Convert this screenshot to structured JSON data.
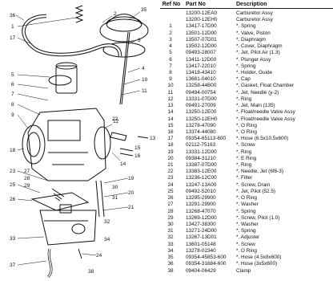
{
  "table": {
    "headers": {
      "ref": "Ref No",
      "part": "Part No",
      "desc": "Description"
    },
    "rows": [
      {
        "ref": "",
        "part": "13200-12EA0",
        "desc": "Carburetor Assy"
      },
      {
        "ref": "",
        "part": "13200-12EH0",
        "desc": "Carburetor Assy"
      },
      {
        "ref": "1",
        "part": "13417-17D00",
        "desc": "*. Spring"
      },
      {
        "ref": "2",
        "part": "13501-12D00",
        "desc": "*. Valve, Piston"
      },
      {
        "ref": "3",
        "part": "13507-07D01",
        "desc": "*. Diaphragm"
      },
      {
        "ref": "4",
        "part": "13502-12D00",
        "desc": "*. Cover, Diaphragm"
      },
      {
        "ref": "5",
        "part": "09493-28007",
        "desc": "*. Jet, Pilot Air (1.3)"
      },
      {
        "ref": "6",
        "part": "13411-12D00",
        "desc": "*. Plunger Assy"
      },
      {
        "ref": "7",
        "part": "13417-22010",
        "desc": "*. Spring"
      },
      {
        "ref": "8",
        "part": "13418-43410",
        "desc": "*. Holder, Guide"
      },
      {
        "ref": "9",
        "part": "13681-04010",
        "desc": "*. Cap"
      },
      {
        "ref": "10",
        "part": "13258-44B00",
        "desc": "*. Gasket, Float Chamber"
      },
      {
        "ref": "11",
        "part": "09494-00754",
        "desc": "*. Jet, Needle (y-2)"
      },
      {
        "ref": "12",
        "part": "13331-07D00",
        "desc": "*. Ring"
      },
      {
        "ref": "13",
        "part": "09491-27009",
        "desc": "*. Jet, Main (135)"
      },
      {
        "ref": "14",
        "part": "13250-12E00",
        "desc": "*. Float/needle Valve Assy"
      },
      {
        "ref": "14",
        "part": "13250-12EH0",
        "desc": "*. Float/needle Valve Assy"
      },
      {
        "ref": "15",
        "part": "13278-47090",
        "desc": "*. O Ring"
      },
      {
        "ref": "16",
        "part": "13374-44080",
        "desc": "*. O Ring"
      },
      {
        "ref": "17",
        "part": "09354-65113-600",
        "desc": "*. Hose (6.5x10.5x600)"
      },
      {
        "ref": "18",
        "part": "02112-75163",
        "desc": "*. Screw"
      },
      {
        "ref": "19",
        "part": "13331-12D00",
        "desc": "*. Ring"
      },
      {
        "ref": "20",
        "part": "09384-31210",
        "desc": "*. E Ring"
      },
      {
        "ref": "21",
        "part": "13387-07D00",
        "desc": "*. Ring"
      },
      {
        "ref": "22",
        "part": "13383-12E00",
        "desc": "*. Needle, Jet (6f6-3)"
      },
      {
        "ref": "23",
        "part": "13236-12C00",
        "desc": "*. Filter"
      },
      {
        "ref": "24",
        "part": "13247-13A00",
        "desc": "*. Screw, Drain"
      },
      {
        "ref": "25",
        "part": "09492-52010",
        "desc": "*. Jet, Pilot (52.5)"
      },
      {
        "ref": "26",
        "part": "13295-29900",
        "desc": "*. O Ring"
      },
      {
        "ref": "27",
        "part": "13291-29900",
        "desc": "*. Washer"
      },
      {
        "ref": "28",
        "part": "13268-47070",
        "desc": "*. Spring"
      },
      {
        "ref": "29",
        "part": "13269-12D00",
        "desc": "*. Screw, Pilot (1.0)"
      },
      {
        "ref": "30",
        "part": "13427-38300",
        "desc": "*. Washer"
      },
      {
        "ref": "31",
        "part": "13271-24D00",
        "desc": "*. Spring"
      },
      {
        "ref": "32",
        "part": "13267-13D01",
        "desc": "*. Adjuster"
      },
      {
        "ref": "33",
        "part": "13601-05148",
        "desc": "*. Screw"
      },
      {
        "ref": "34",
        "part": "13278-02340",
        "desc": "*. O Ring"
      },
      {
        "ref": "35",
        "part": "09354-45853-600",
        "desc": "*. Hose (4.5x8x600)"
      },
      {
        "ref": "36",
        "part": "09354-31684-600",
        "desc": "*. Hose (3x5x600)"
      },
      {
        "ref": "38",
        "part": "09404-06429",
        "desc": "Clamp"
      }
    ]
  },
  "diagram": {
    "callouts": [
      "36",
      "1",
      "17",
      "2",
      "35",
      "3",
      "4",
      "5",
      "6",
      "7",
      "8",
      "9",
      "10",
      "11",
      "12",
      "13",
      "14",
      "15",
      "16",
      "18",
      "19",
      "20",
      "21",
      "22",
      "23",
      "24",
      "25",
      "26",
      "27",
      "28",
      "29",
      "30",
      "31",
      "32",
      "33",
      "34",
      "37",
      "38"
    ]
  },
  "colors": {
    "ink": "#111111",
    "paper": "#ffffff"
  }
}
